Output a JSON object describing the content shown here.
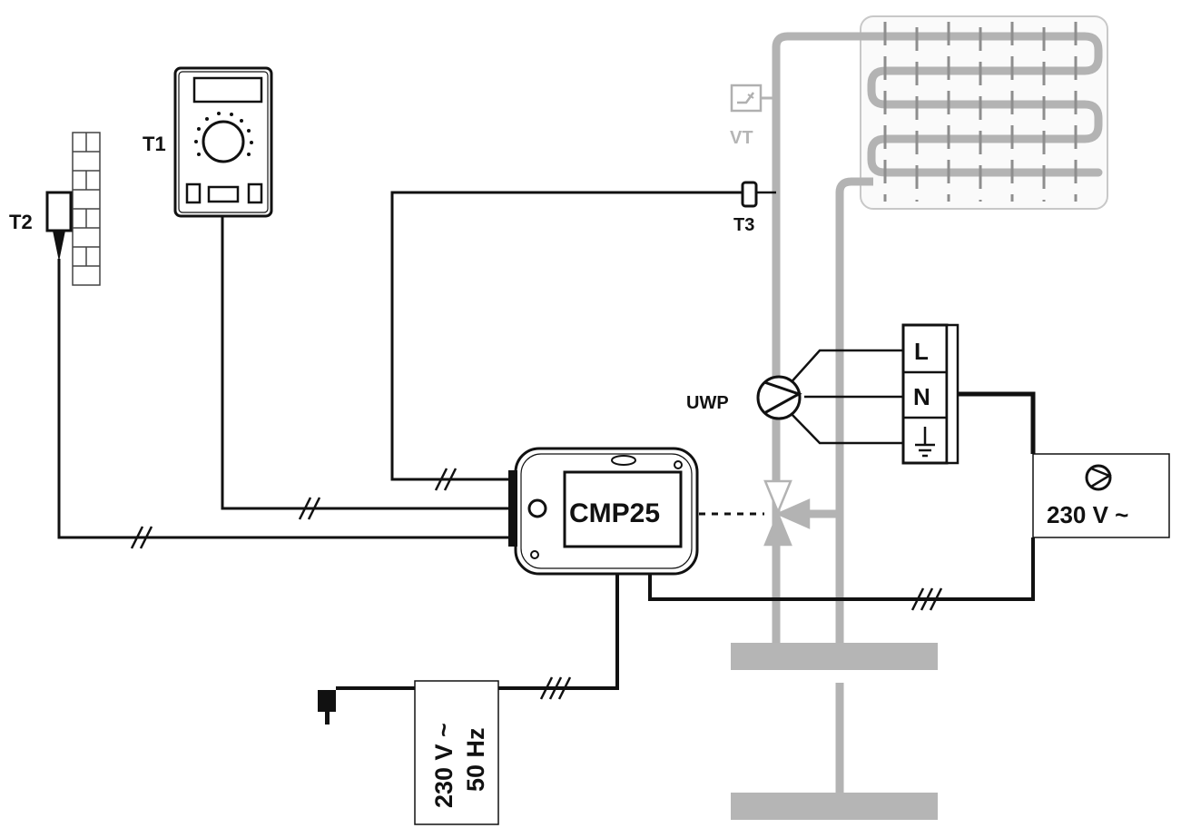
{
  "labels": {
    "t1": "T1",
    "t2": "T2",
    "t3": "T3",
    "vt": "VT",
    "uwp": "UWP",
    "controller": "CMP25",
    "terminal_l": "L",
    "terminal_n": "N",
    "pump_supply_voltage": "230 V ~",
    "mains_voltage": "230 V ~",
    "mains_frequency": "50 Hz"
  },
  "icons": {
    "pump": "pump-icon",
    "ground": "ground-icon",
    "plug": "plug-icon",
    "thermostat": "thermostat-valve-icon"
  },
  "colors": {
    "wire": "#111111",
    "pipe": "#b3b3b3",
    "background": "#ffffff"
  }
}
